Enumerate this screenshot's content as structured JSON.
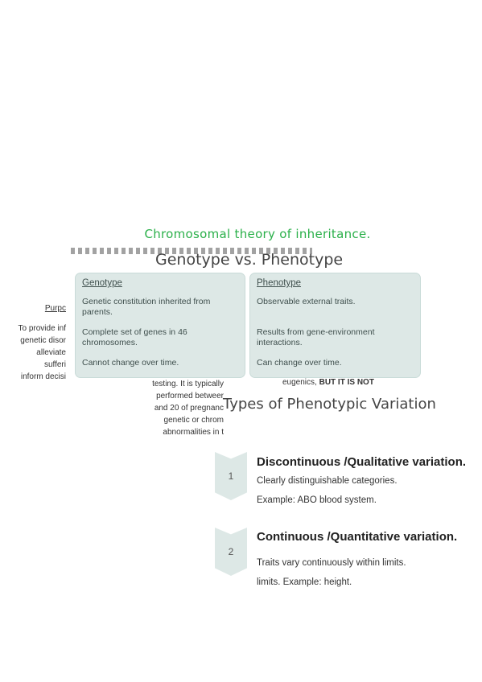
{
  "heading": "Chromosomal theory of inheritance.",
  "slide_title": "Genotype vs. Phenotype",
  "genotype_box": {
    "title": "Genotype",
    "lines": [
      "Genetic constitution inherited from parents.",
      "Complete set of genes in 46 chromosomes.",
      "Cannot change over time."
    ]
  },
  "phenotype_box": {
    "title": "Phenotype",
    "lines": [
      "Observable external traits.",
      "Results from gene-environment interactions.",
      "Can change over time."
    ]
  },
  "left_fragment": {
    "heading": "Purpc",
    "lines": [
      "To provide inf",
      "genetic disor",
      "alleviate sufferi",
      "inform decisi"
    ]
  },
  "middle_fragment": {
    "lines": [
      "testing. It is typically",
      "performed betweer",
      "and 20 of pregnanc",
      "genetic or chrom",
      "abnormalities in t"
    ]
  },
  "eugenics_fragment": {
    "prefix": "eugenics, ",
    "bold": "BUT IT IS NOT"
  },
  "types_title": "Types of Phenotypic Variation",
  "steps": [
    {
      "number": "1",
      "title": "Discontinuous /Qualitative variation.",
      "lines": [
        "Clearly distinguishable categories.",
        "Example: ABO blood system."
      ]
    },
    {
      "number": "2",
      "title": "Continuous /Quantitative variation.",
      "lines": [
        "Traits vary continuously within limits.",
        "limits. Example: height."
      ]
    }
  ]
}
